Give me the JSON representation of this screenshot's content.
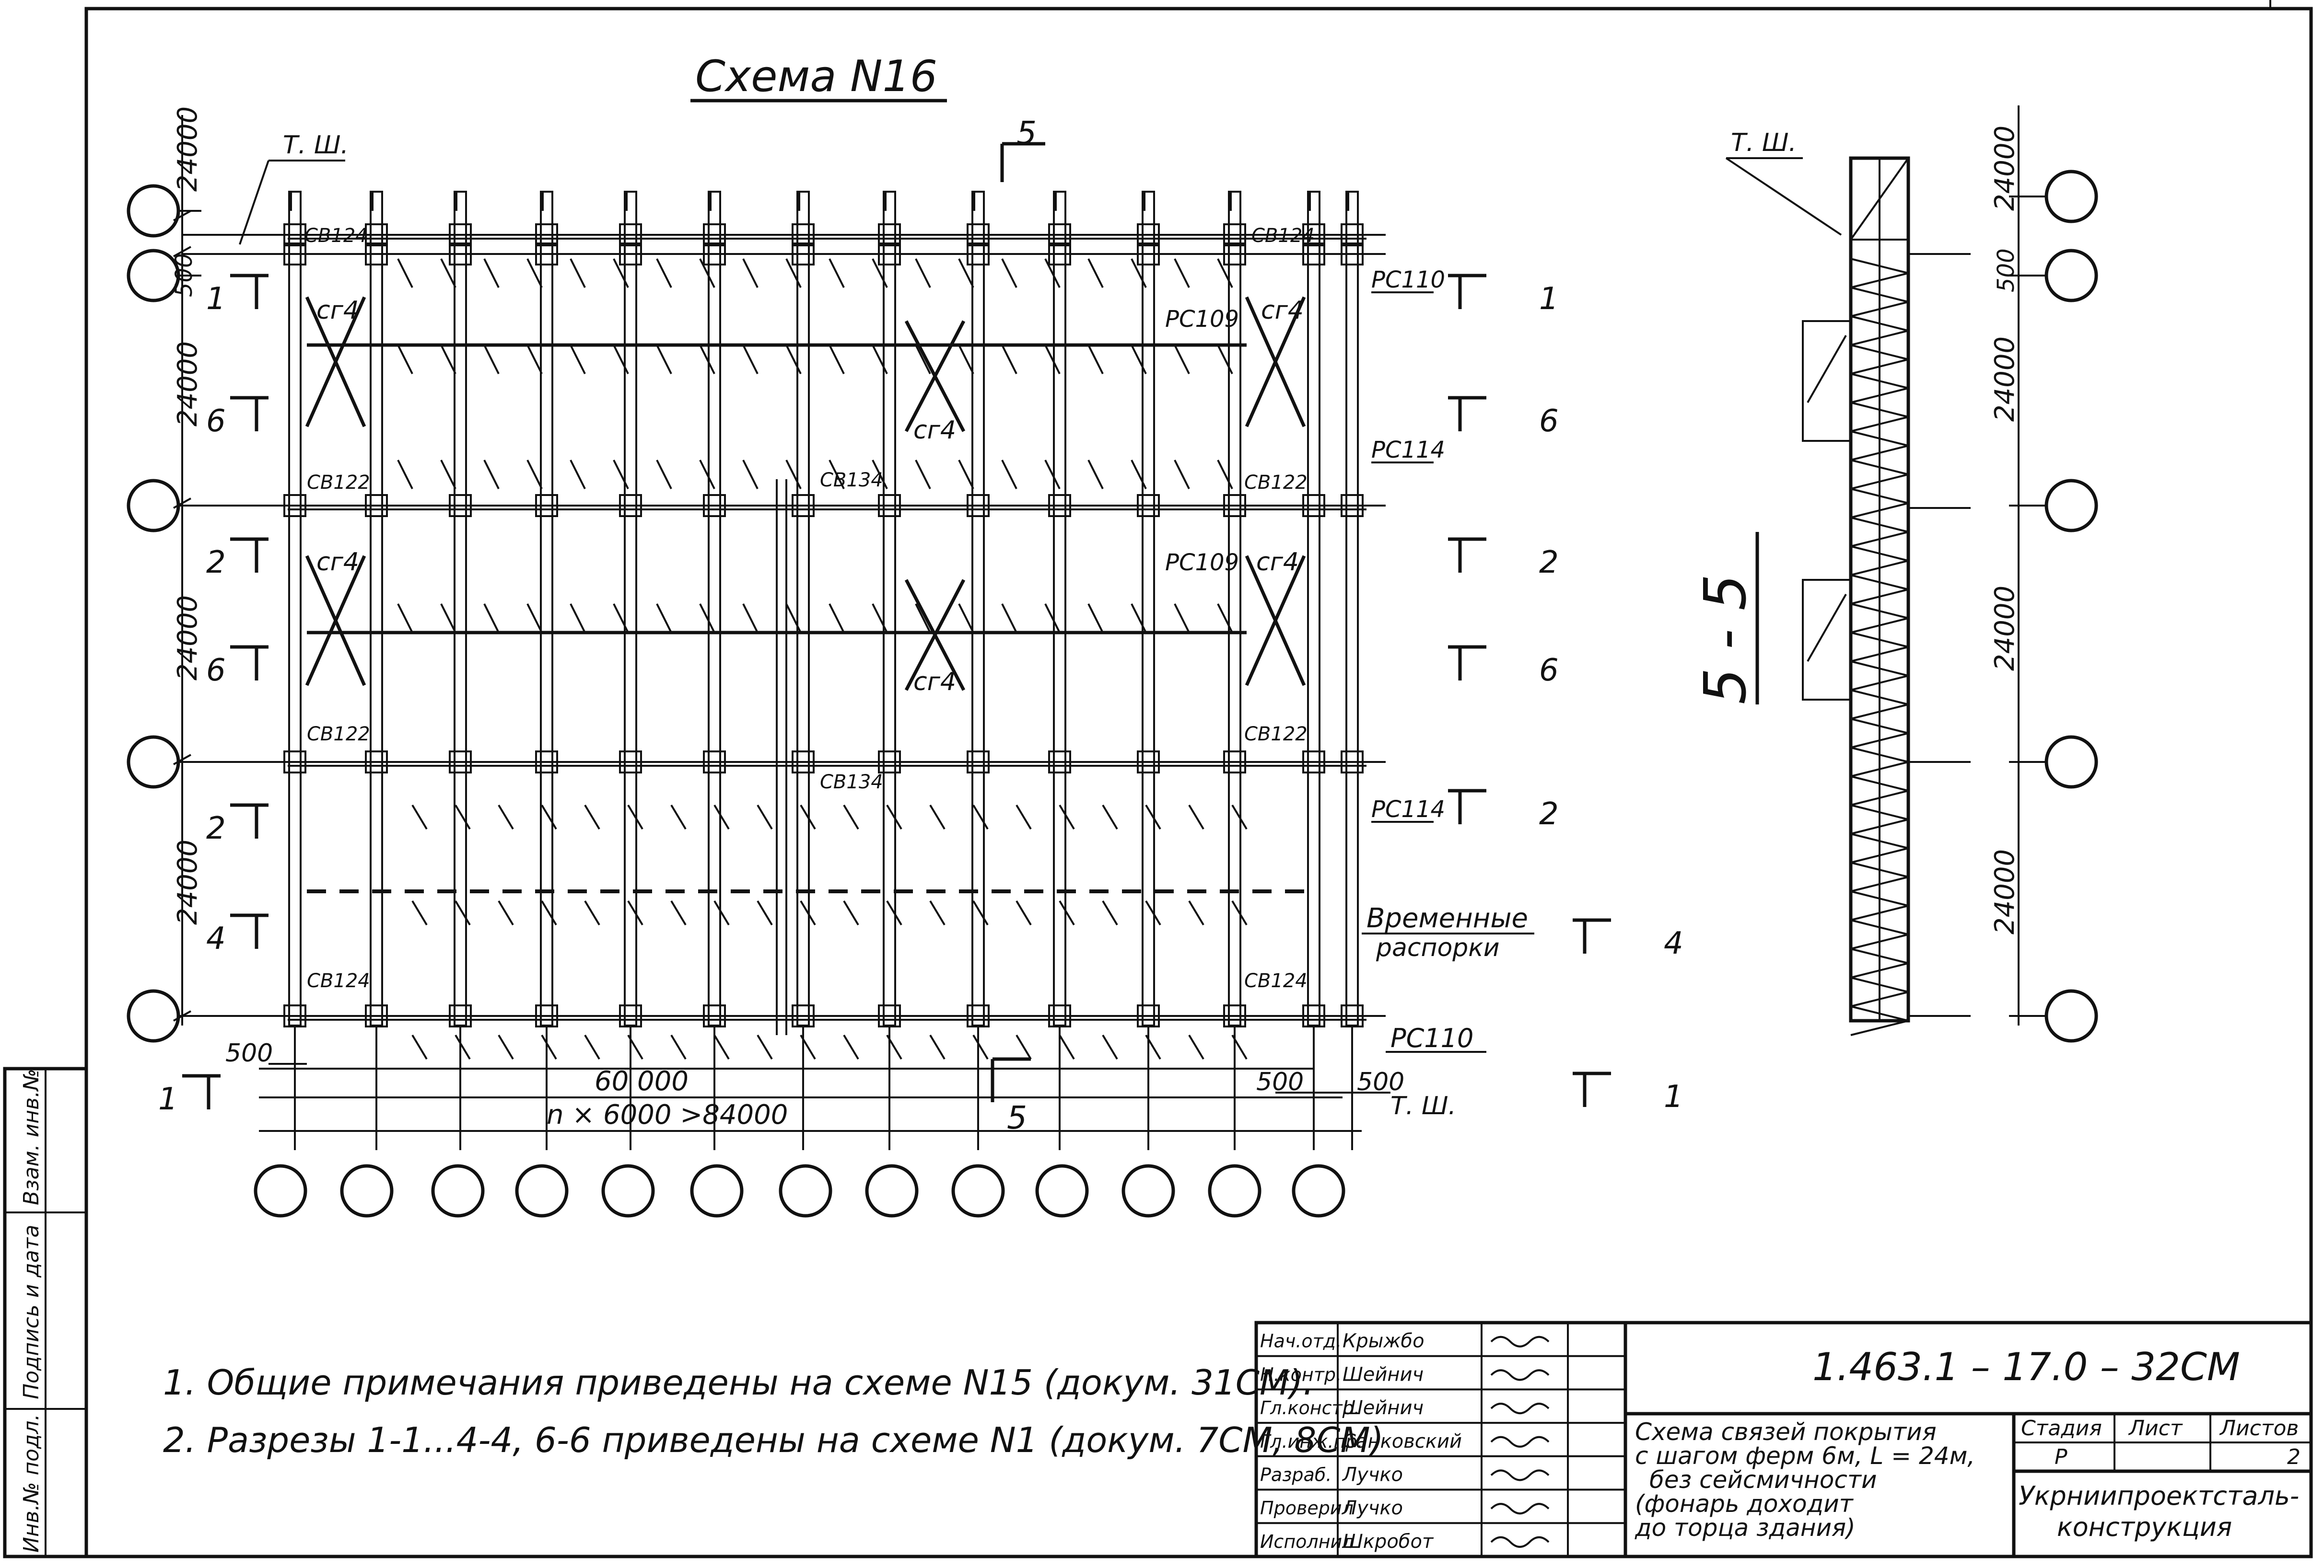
{
  "title": "Схема N16",
  "labels": {
    "tsh": "Т. Ш.",
    "sg4": "сг4",
    "cb124": "СВ124",
    "cb122": "СВ122",
    "cb134": "СВ134",
    "pc110": "РС110",
    "pc109": "РС109",
    "pc114": "РС114",
    "temp_struts_1": "Временные",
    "temp_struts_2": "распорки"
  },
  "sections": {
    "s1": "1",
    "s2": "2",
    "s4": "4",
    "s5": "5",
    "s6": "6",
    "section_title": "5 - 5"
  },
  "dimensions": {
    "d24000": "24000",
    "d500": "500",
    "d60000": "60 000",
    "span_formula": "n × 6000 >84000"
  },
  "notes": [
    "1. Общие примечания приведены на схеме N15 (докум. 31СМ).",
    "2. Разрезы 1-1...4-4, 6-6 приведены на схеме N1 (докум. 7СМ, 8СМ)"
  ],
  "title_block": {
    "doc_number": "1.463.1 – 17.0 – 32СМ",
    "description": [
      "Схема связей покрытия",
      "с шагом ферм 6м, L = 24м,",
      "без сейсмичности",
      "(фонарь доходит",
      "до торца здания)"
    ],
    "stage_header": "Стадия",
    "sheet_header": "Лист",
    "sheets_header": "Листов",
    "stage_value": "Р",
    "sheets_value": "2",
    "organization": [
      "Укрниипроектсталь-",
      "конструкция"
    ],
    "signatures": [
      {
        "role": "Нач.отд.",
        "name": "Крыжбо"
      },
      {
        "role": "Н.контр.",
        "name": "Шейнич"
      },
      {
        "role": "Гл.констр.",
        "name": "Шейнич"
      },
      {
        "role": "Гл.инж.пр.",
        "name": "Санковский"
      },
      {
        "role": "Разраб.",
        "name": "Лучко"
      },
      {
        "role": "Проверил",
        "name": "Лучко"
      },
      {
        "role": "Исполнил",
        "name": "Шкробот"
      }
    ]
  },
  "side_stamp": [
    "Инв.№ подл.",
    "Подпись и дата",
    "Взам. инв.№"
  ]
}
